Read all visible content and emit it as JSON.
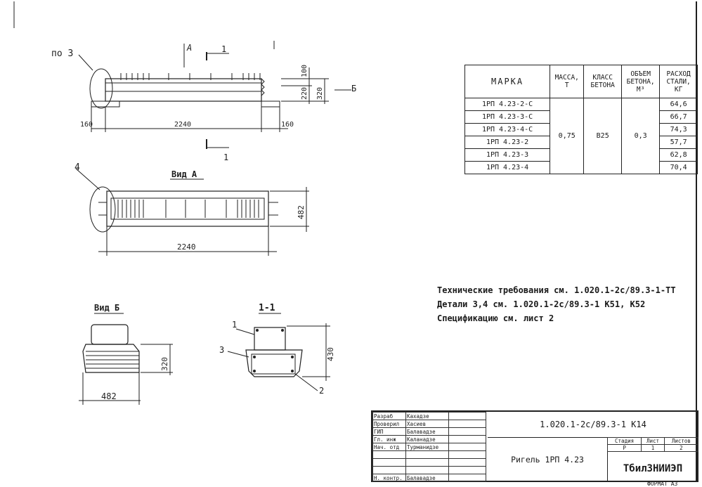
{
  "drawing": {
    "callout_top": "по 3",
    "section_mark_a": "А",
    "section_mark_1": "1",
    "arrow_b": "Б",
    "dim_100": "100",
    "dim_220": "220",
    "dim_320": "320",
    "dim_160_left": "160",
    "dim_2240_top": "2240",
    "dim_160_right": "160",
    "callout_4": "4",
    "view_a": "Вид А",
    "dim_482_side": "482",
    "dim_2240_bottom": "2240",
    "view_b": "Вид Б",
    "dim_320_b": "320",
    "dim_482_b": "482",
    "section_11": "1-1",
    "pos_1": "1",
    "pos_3": "3",
    "pos_2": "2",
    "dim_430": "430"
  },
  "spec_table": {
    "headers": {
      "mark": "МАРКА",
      "mass": "МАССА, Т",
      "concrete_class": "КЛАСС БЕТОНА",
      "volume": "ОБЪЕМ БЕТОНА, М³",
      "steel": "РАСХОД СТАЛИ, КГ"
    },
    "shared": {
      "mass": "0,75",
      "concrete_class": "В25",
      "volume": "0,3"
    },
    "rows": [
      {
        "mark": "1РП 4.23-2-С",
        "steel": "64,6"
      },
      {
        "mark": "1РП 4.23-3-С",
        "steel": "66,7"
      },
      {
        "mark": "1РП 4.23-4-С",
        "steel": "74,3"
      },
      {
        "mark": "1РП 4.23-2",
        "steel": "57,7"
      },
      {
        "mark": "1РП 4.23-3",
        "steel": "62,8"
      },
      {
        "mark": "1РП 4.23-4",
        "steel": "70,4"
      }
    ]
  },
  "tech_notes": {
    "line1": "Технические требования см. 1.020.1-2с/89.3-1-ТТ",
    "line2": "Детали 3,4      см. 1.020.1-2с/89.3-1 К51, К52",
    "line3": "Спецификацию см. лист 2"
  },
  "title_block": {
    "signatures": [
      {
        "role": "Разраб",
        "name": "Кахадзе"
      },
      {
        "role": "Проверил",
        "name": "Хасиев"
      },
      {
        "role": "ГИП",
        "name": "Балавадзе"
      },
      {
        "role": "Гл. инж",
        "name": "Каланадзе"
      },
      {
        "role": "Нач. отд",
        "name": "Турманидзе"
      },
      {
        "role": "",
        "name": ""
      },
      {
        "role": "",
        "name": ""
      },
      {
        "role": "",
        "name": ""
      },
      {
        "role": "Н. контр.",
        "name": "Балавадзе"
      }
    ],
    "doc_code": "1.020.1-2с/89.3-1 К14",
    "title": "Ригель 1РП 4.23",
    "stage_header": "Стадия",
    "sheet_header": "Лист",
    "sheets_header": "Листов",
    "stage_value": "Р",
    "sheet_value": "1",
    "sheets_value": "2",
    "organization": "ТбилЗНИИЭП",
    "format": "ФОРМАТ А3"
  }
}
